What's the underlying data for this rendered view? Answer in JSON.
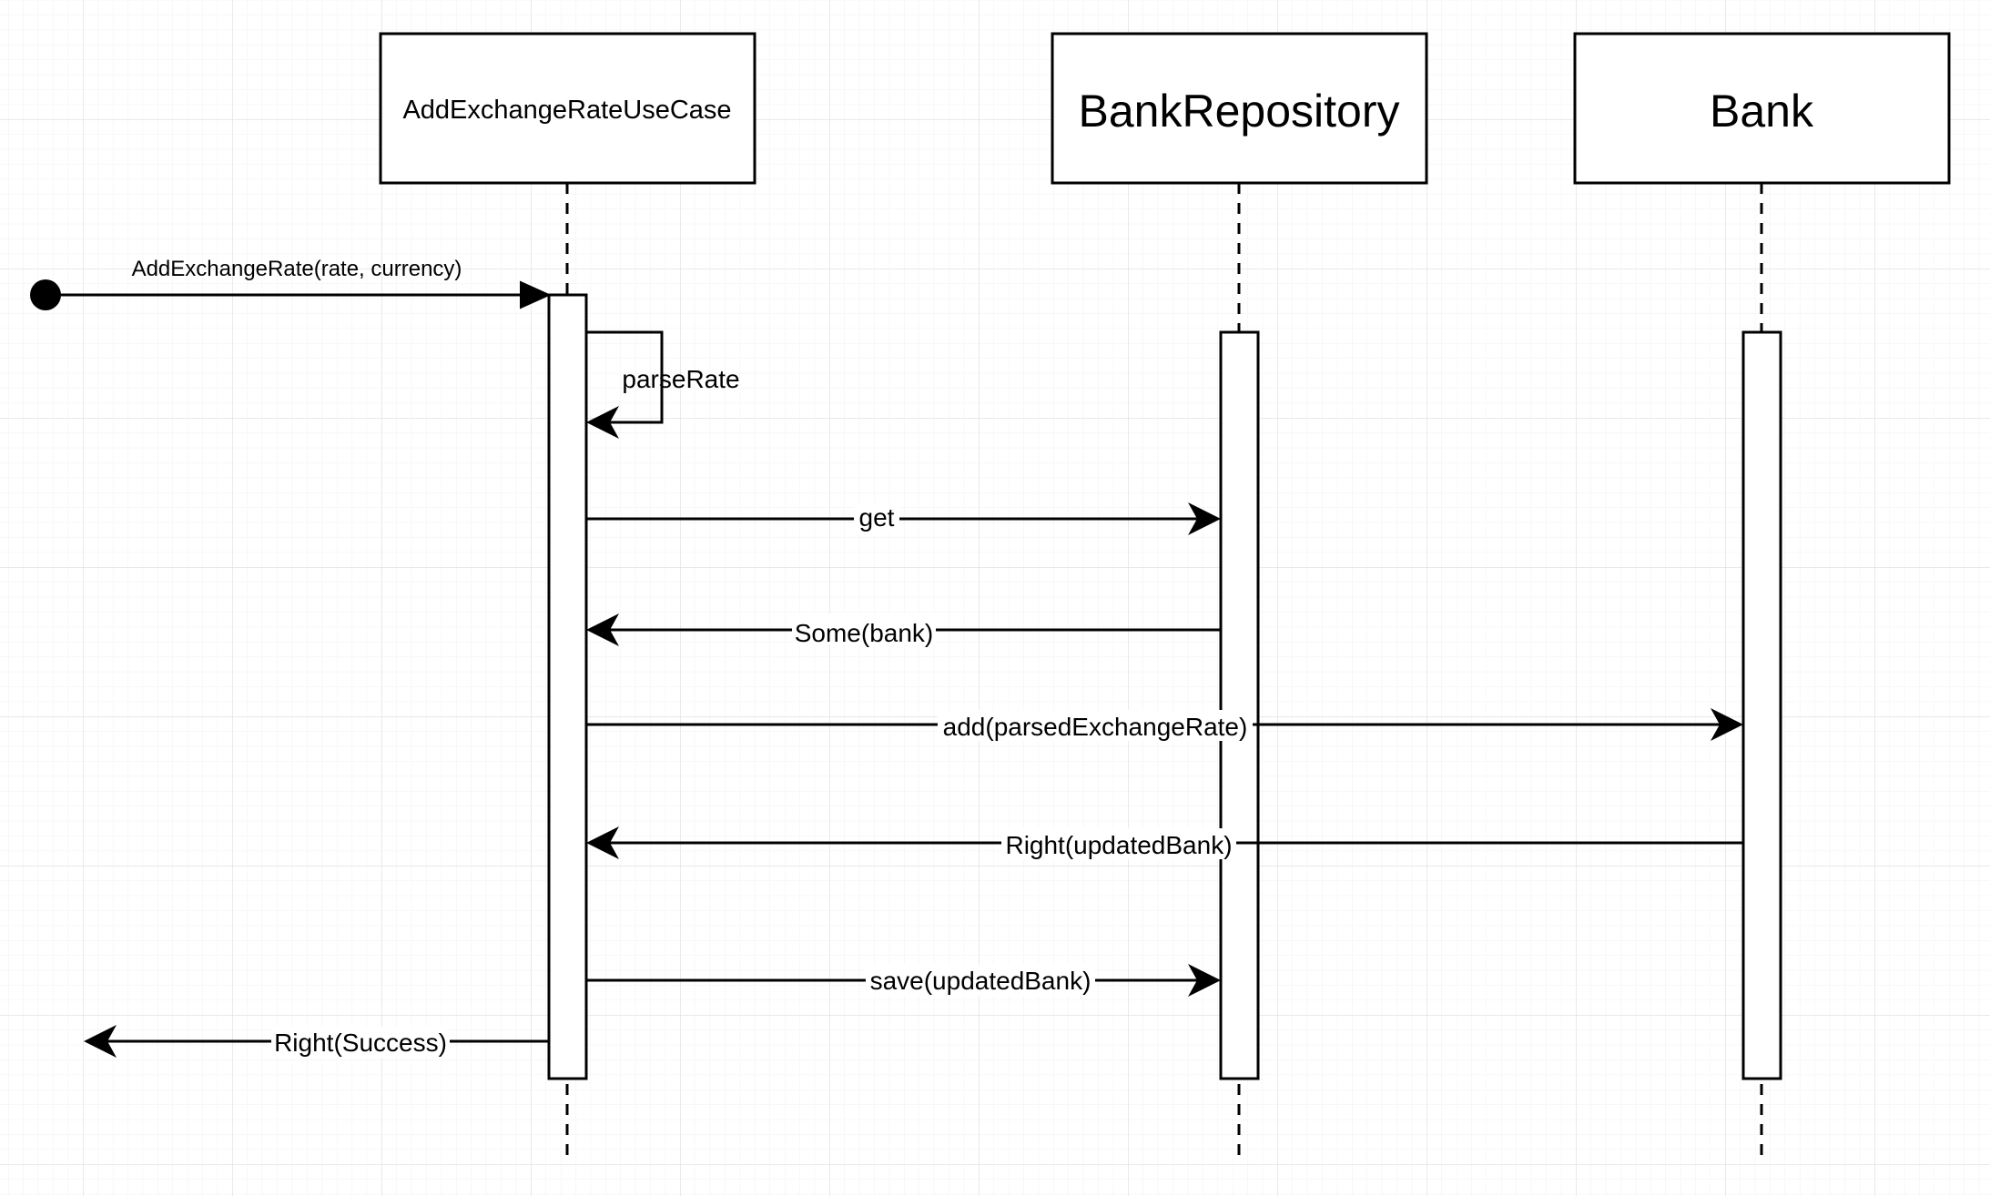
{
  "diagram": {
    "type": "sequence",
    "grid": true,
    "colors": {
      "background": "#ffffff",
      "grid": "#e6e6e6",
      "stroke": "#000000"
    },
    "participants": [
      {
        "id": "usecase",
        "label": "AddExchangeRateUseCase"
      },
      {
        "id": "repo",
        "label": "BankRepository"
      },
      {
        "id": "bank",
        "label": "Bank"
      }
    ],
    "messages": {
      "entry": "AddExchangeRate(rate, currency)",
      "parse": "parseRate",
      "get": "get",
      "some": "Some(bank)",
      "add": "add(parsedExchangeRate)",
      "right_updated": "Right(updatedBank)",
      "save": "save(updatedBank)",
      "result": "Right(Success)"
    }
  }
}
